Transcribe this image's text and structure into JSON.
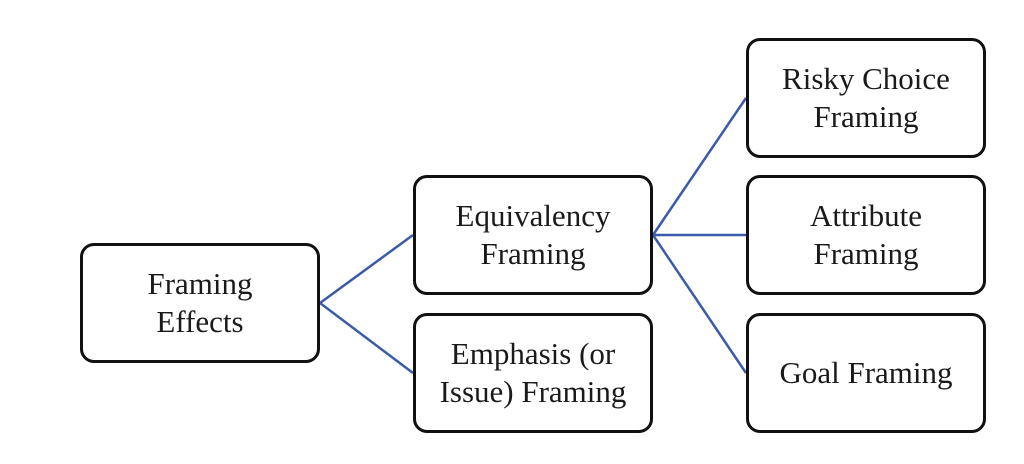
{
  "diagram": {
    "type": "tree",
    "line_color": "#3b5ba9",
    "border_color": "#111111",
    "nodes": {
      "framing_effects": "Framing\nEffects",
      "equivalency": "Equivalency\nFraming",
      "emphasis": "Emphasis (or\nIssue) Framing",
      "risky_choice": "Risky Choice\nFraming",
      "attribute": "Attribute\nFraming",
      "goal": "Goal Framing"
    },
    "edges": [
      [
        "framing_effects",
        "equivalency"
      ],
      [
        "framing_effects",
        "emphasis"
      ],
      [
        "equivalency",
        "risky_choice"
      ],
      [
        "equivalency",
        "attribute"
      ],
      [
        "equivalency",
        "goal"
      ]
    ]
  }
}
